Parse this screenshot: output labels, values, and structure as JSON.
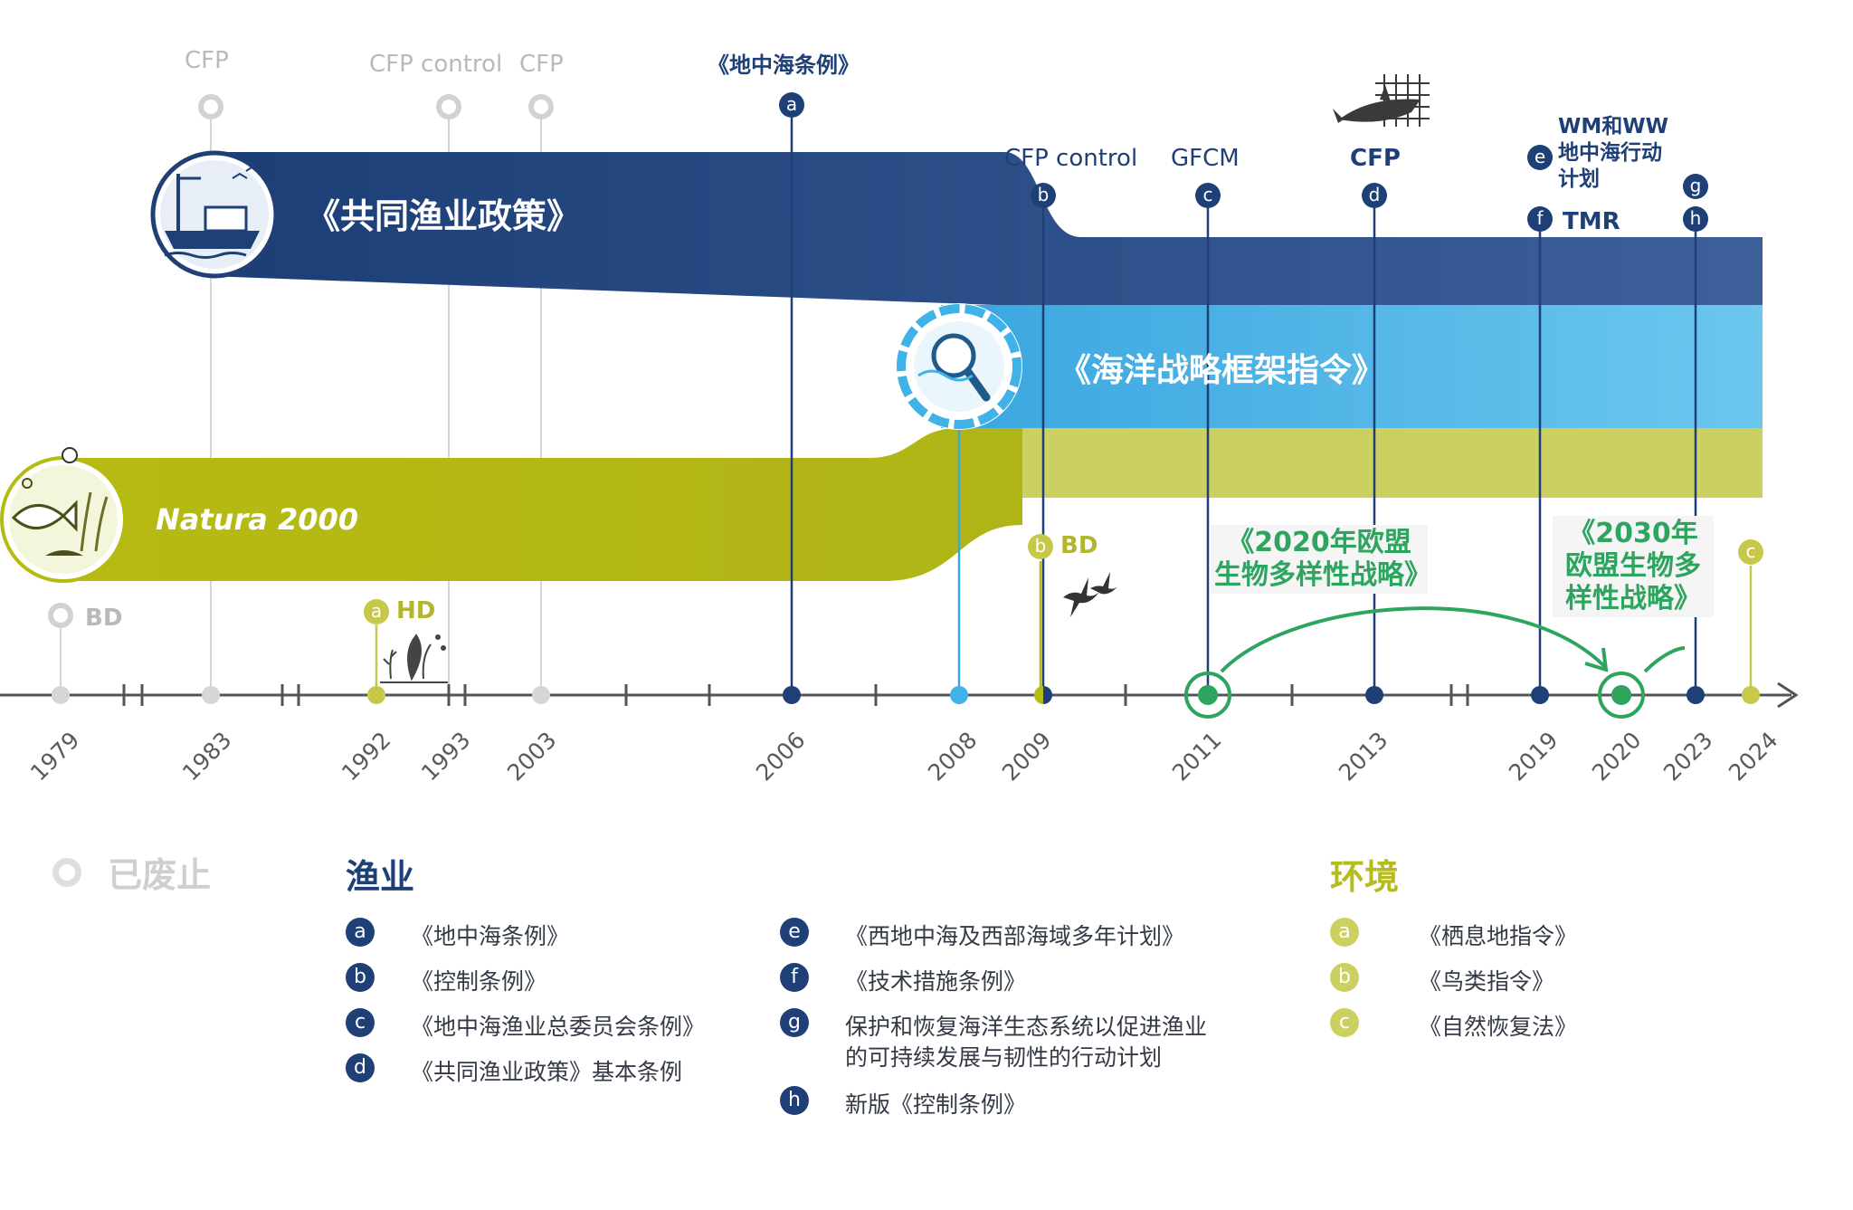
{
  "bands": {
    "cfp": "《共同渔业政策》",
    "msfd": "《海洋战略框架指令》",
    "natura": "Natura 2000"
  },
  "top_labels": {
    "cfp_1983": "CFP",
    "cfp_control_1993": "CFP control",
    "cfp_2003": "CFP",
    "med_reg_2006": "《地中海条例》",
    "cfp_control_2009": "CFP control",
    "gfcm_2011": "GFCM",
    "cfp_2013": "CFP",
    "wmww": "WM和WW\n地中海行动\n计划",
    "tmr": "TMR"
  },
  "bottom_labels": {
    "bd_1979": "BD",
    "hd_1992": "HD",
    "bd_2009": "BD",
    "bio2020": "《2020年欧盟生物多样性战略》",
    "bio2030": "《2030年欧盟生物多样性战略》"
  },
  "badges": {
    "a": "a",
    "b": "b",
    "c": "c",
    "d": "d",
    "e": "e",
    "f": "f",
    "g": "g",
    "h": "h"
  },
  "years": [
    "1979",
    "1983",
    "1992",
    "1993",
    "2003",
    "2006",
    "2008",
    "2009",
    "2011",
    "2013",
    "2019",
    "2020",
    "2023",
    "2024"
  ],
  "legend": {
    "abolished": "已废止",
    "fisheries_title": "渔业",
    "environment_title": "环境",
    "fisheries": [
      {
        "key": "a",
        "text": "《地中海条例》"
      },
      {
        "key": "b",
        "text": "《控制条例》"
      },
      {
        "key": "c",
        "text": "《地中海渔业总委员会条例》"
      },
      {
        "key": "d",
        "text": "《共同渔业政策》基本条例"
      },
      {
        "key": "e",
        "text": "《西地中海及西部海域多年计划》"
      },
      {
        "key": "f",
        "text": "《技术措施条例》"
      },
      {
        "key": "g",
        "text": "保护和恢复海洋生态系统以促进渔业\n的可持续发展与韧性的行动计划"
      },
      {
        "key": "h",
        "text": "新版《控制条例》"
      }
    ],
    "environment": [
      {
        "key": "a",
        "text": "《栖息地指令》"
      },
      {
        "key": "b",
        "text": "《鸟类指令》"
      },
      {
        "key": "c",
        "text": "《自然恢复法》"
      }
    ]
  },
  "colors": {
    "navy": "#1f3f77",
    "light_blue": "#57b9e7",
    "olive": "#b7bc1e",
    "olive_light": "#ccd061",
    "green": "#2da55e",
    "grey": "#b9b9b9"
  }
}
